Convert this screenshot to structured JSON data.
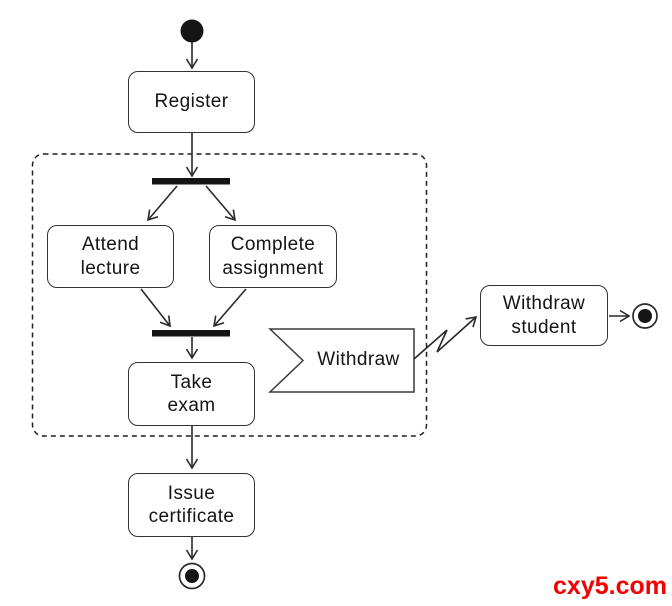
{
  "diagram": {
    "type": "uml-activity-diagram",
    "nodes": {
      "register": "Register",
      "attend_lecture": "Attend\nlecture",
      "complete_assignment": "Complete\nassignment",
      "take_exam": "Take\nexam",
      "withdraw_signal": "Withdraw",
      "withdraw_student": "Withdraw\nstudent",
      "issue_certificate": "Issue\ncertificate"
    },
    "structure": {
      "initial_node": "filled circle at top",
      "final_nodes": [
        "after Issue certificate",
        "after Withdraw student"
      ],
      "interruptible_region_contains": [
        "fork-bar",
        "Attend lecture",
        "Complete assignment",
        "join-bar",
        "Take exam",
        "Withdraw signal receipt"
      ],
      "edges": [
        {
          "from": "initial",
          "to": "Register"
        },
        {
          "from": "Register",
          "to": "fork-bar"
        },
        {
          "from": "fork-bar",
          "to": "Attend lecture"
        },
        {
          "from": "fork-bar",
          "to": "Complete assignment"
        },
        {
          "from": "Attend lecture",
          "to": "join-bar"
        },
        {
          "from": "Complete assignment",
          "to": "join-bar"
        },
        {
          "from": "join-bar",
          "to": "Take exam"
        },
        {
          "from": "Take exam",
          "to": "Issue certificate"
        },
        {
          "from": "Issue certificate",
          "to": "final"
        },
        {
          "from": "Withdraw signal",
          "to": "Withdraw student",
          "style": "zigzag interrupting edge"
        },
        {
          "from": "Withdraw student",
          "to": "final"
        }
      ]
    },
    "colors": {
      "stroke": "#2a2a2a",
      "node_fill": "#ffffff",
      "bar_fill": "#151515",
      "text": "#141414",
      "watermark": "#f40000"
    }
  },
  "watermark": "cxy5.com"
}
